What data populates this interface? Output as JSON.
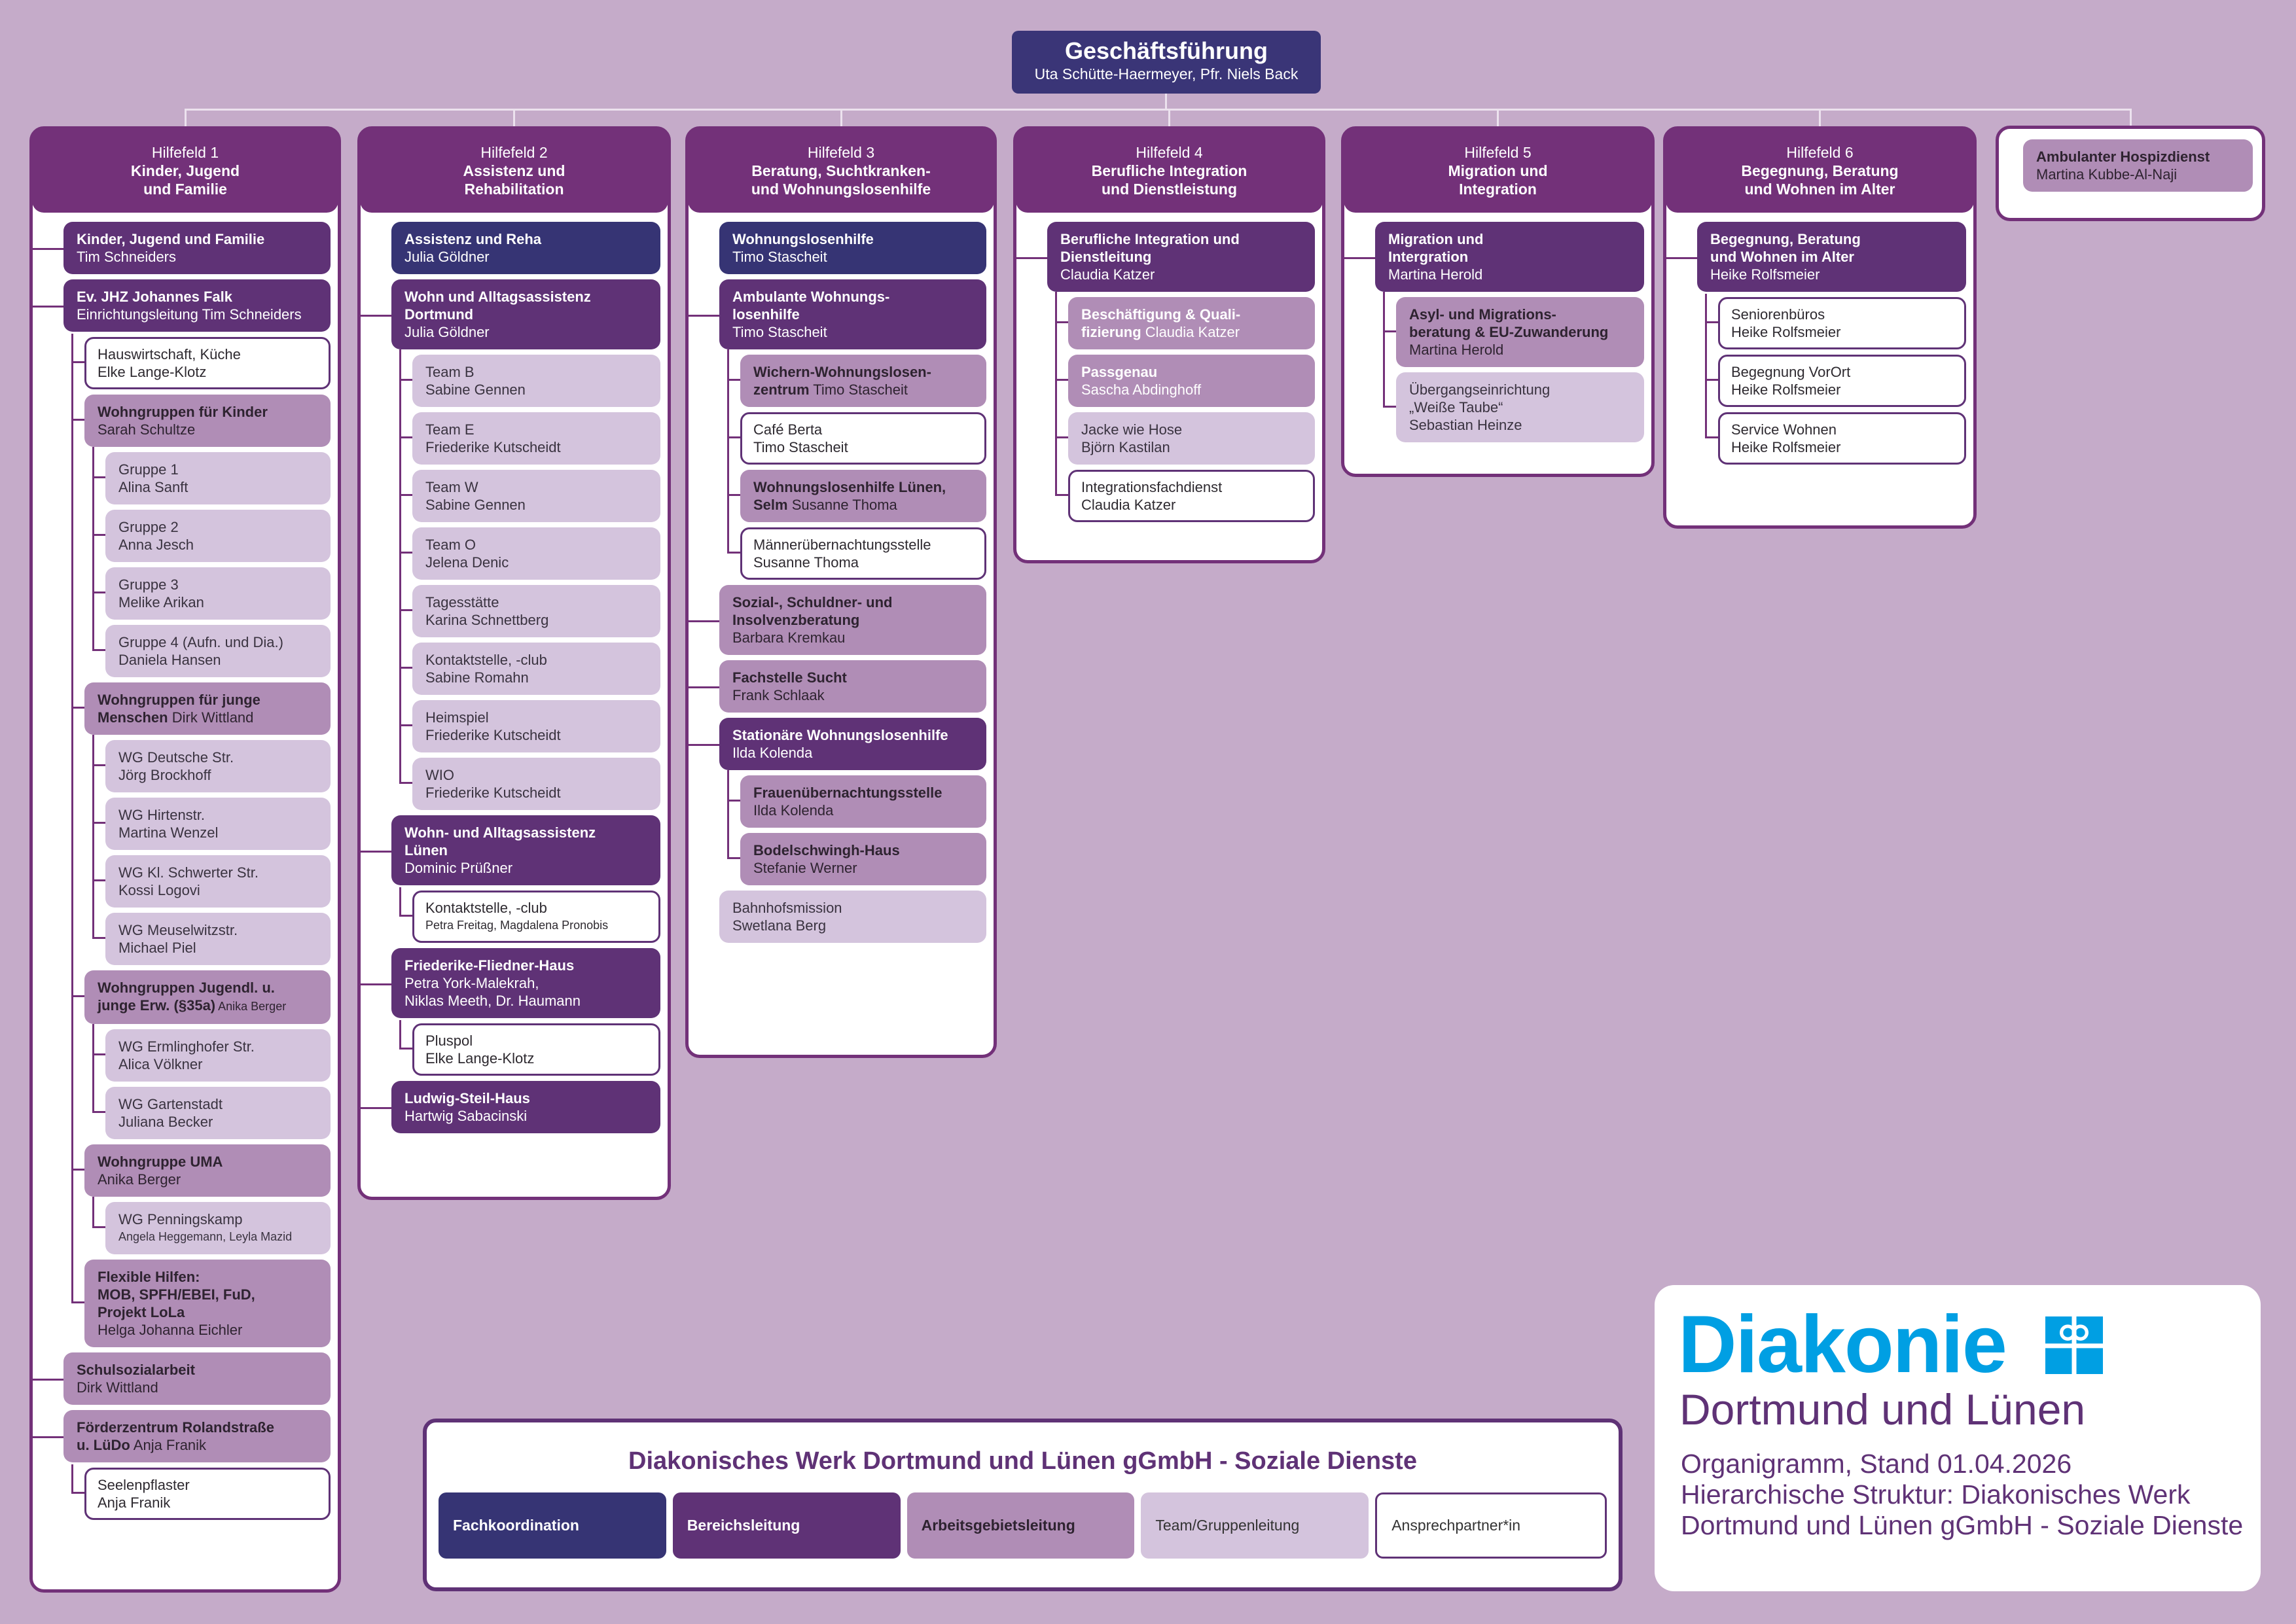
{
  "management": {
    "title": "Geschäftsführung",
    "names": "Uta Schütte-Haermeyer, Pfr. Niels Back"
  },
  "columns": [
    {
      "label": "Hilfefeld 1",
      "title": "Kinder, Jugend\nund Familie",
      "nodes": [
        {
          "title": "Kinder, Jugend und Familie",
          "name": "Tim Schneiders",
          "style": "dark"
        },
        {
          "title": "Ev. JHZ Johannes Falk",
          "name": "Einrichtungsleitung  Tim Schneiders",
          "style": "dark",
          "kids": [
            {
              "title": "Hauswirtschaft, Küche",
              "name": "Elke Lange-Klotz",
              "style": "white"
            },
            {
              "title": "Wohngruppen für Kinder",
              "name": "Sarah Schultze",
              "style": "mid",
              "kids": [
                {
                  "title": "Gruppe 1",
                  "name": "Alina Sanft",
                  "style": "light"
                },
                {
                  "title": "Gruppe 2",
                  "name": "Anna Jesch",
                  "style": "light"
                },
                {
                  "title": "Gruppe 3",
                  "name": "Melike Arikan",
                  "style": "light"
                },
                {
                  "title": "Gruppe 4 (Aufn. und Dia.)",
                  "name": "Daniela Hansen",
                  "style": "light"
                }
              ]
            },
            {
              "title": "Wohngruppen für junge\nMenschen",
              "name": "Dirk Wittland",
              "style": "mid",
              "inline": true,
              "kids": [
                {
                  "title": "WG Deutsche Str.",
                  "name": "Jörg Brockhoff",
                  "style": "light"
                },
                {
                  "title": "WG Hirtenstr.",
                  "name": "Martina Wenzel",
                  "style": "light"
                },
                {
                  "title": "WG Kl. Schwerter Str.",
                  "name": "Kossi Logovi",
                  "style": "light"
                },
                {
                  "title": "WG Meuselwitzstr.",
                  "name": "Michael Piel",
                  "style": "light"
                }
              ]
            },
            {
              "title": "Wohngruppen Jugendl. u.\njunge Erw. (§35a)",
              "name": "Anika Berger",
              "style": "mid",
              "inline": true,
              "small": true,
              "kids": [
                {
                  "title": "WG Ermlinghofer Str.",
                  "name": "Alica Völkner",
                  "style": "light"
                },
                {
                  "title": "WG Gartenstadt",
                  "name": "Juliana Becker",
                  "style": "light"
                }
              ]
            },
            {
              "title": "Wohngruppe UMA",
              "name": "Anika Berger",
              "style": "mid",
              "kids": [
                {
                  "title": "WG Penningskamp",
                  "name": "Angela Heggemann, Leyla Mazid",
                  "style": "light",
                  "small": true
                }
              ]
            },
            {
              "title": "Flexible Hilfen:\nMOB, SPFH/EBEI, FuD,\nProjekt LoLa",
              "name": "Helga Johanna Eichler",
              "style": "mid"
            }
          ]
        },
        {
          "title": "Schulsozialarbeit",
          "name": "Dirk Wittland",
          "style": "mid"
        },
        {
          "title": "Förderzentrum Rolandstraße\nu. LüDo",
          "name": "Anja Franik",
          "style": "mid",
          "inline": true,
          "kids": [
            {
              "title": "Seelenpflaster",
              "name": "Anja Franik",
              "style": "white"
            }
          ]
        }
      ]
    },
    {
      "label": "Hilfefeld 2",
      "title": "Assistenz und\nRehabilitation",
      "nodes": [
        {
          "title": "Assistenz und Reha",
          "name": "Julia Göldner",
          "style": "navy",
          "nostub": true
        },
        {
          "title": "Wohn und Alltagsassistenz\nDortmund",
          "name": "Julia Göldner",
          "style": "dark",
          "kids": [
            {
              "title": "Team B",
              "name": "Sabine Gennen",
              "style": "light"
            },
            {
              "title": "Team E",
              "name": "Friederike Kutscheidt",
              "style": "light"
            },
            {
              "title": "Team W",
              "name": "Sabine Gennen",
              "style": "light"
            },
            {
              "title": "Team O",
              "name": "Jelena Denic",
              "style": "light"
            },
            {
              "title": "Tagesstätte",
              "name": "Karina Schnettberg",
              "style": "light"
            },
            {
              "title": "Kontaktstelle, -club",
              "name": "Sabine Romahn",
              "style": "light"
            },
            {
              "title": "Heimspiel",
              "name": "Friederike Kutscheidt",
              "style": "light"
            },
            {
              "title": "WIO",
              "name": "Friederike Kutscheidt",
              "style": "light"
            }
          ]
        },
        {
          "title": "Wohn- und Alltagsassistenz\nLünen",
          "name": "Dominic Prüßner",
          "style": "dark",
          "kids": [
            {
              "title": "Kontaktstelle, -club",
              "name": "Petra Freitag, Magdalena Pronobis",
              "style": "white",
              "small": true
            }
          ]
        },
        {
          "title": "Friederike-Fliedner-Haus",
          "name": "Petra York-Malekrah,\nNiklas Meeth, Dr. Haumann",
          "style": "dark",
          "kids": [
            {
              "title": "Pluspol",
              "name": "Elke Lange-Klotz",
              "style": "white"
            }
          ]
        },
        {
          "title": "Ludwig-Steil-Haus",
          "name": "Hartwig Sabacinski",
          "style": "dark"
        }
      ]
    },
    {
      "label": "Hilfefeld 3",
      "title": "Beratung, Suchtkranken-\nund Wohnungslosenhilfe",
      "nodes": [
        {
          "title": "Wohnungslosenhilfe",
          "name": "Timo Stascheit",
          "style": "navy",
          "nostub": true
        },
        {
          "title": "Ambulante Wohnungs-\nlosenhilfe",
          "name": "Timo Stascheit",
          "style": "dark",
          "kids": [
            {
              "title": "Wichern-Wohnungslosen-\nzentrum",
              "name": "Timo Stascheit",
              "style": "mid",
              "inline": true
            },
            {
              "title": "Café Berta",
              "name": "Timo Stascheit",
              "style": "white"
            },
            {
              "title": "Wohnungslosenhilfe Lünen,\nSelm",
              "name": "Susanne Thoma",
              "style": "mid",
              "inline": true
            },
            {
              "title": "Männerübernachtungsstelle",
              "name": "Susanne Thoma",
              "style": "white"
            }
          ]
        },
        {
          "title": "Sozial-, Schuldner- und\nInsolvenzberatung",
          "name": "Barbara Kremkau",
          "style": "mid"
        },
        {
          "title": "Fachstelle Sucht",
          "name": "Frank Schlaak",
          "style": "mid"
        },
        {
          "title": "Stationäre Wohnungslosenhilfe",
          "name": "Ilda Kolenda",
          "style": "dark",
          "kids": [
            {
              "title": "Frauenübernachtungsstelle",
              "name": "Ilda Kolenda",
              "style": "mid"
            },
            {
              "title": "Bodelschwingh-Haus",
              "name": "Stefanie Werner",
              "style": "mid"
            }
          ]
        },
        {
          "title": "Bahnhofsmission",
          "name": "Swetlana Berg",
          "style": "light",
          "nostub": true
        }
      ]
    },
    {
      "label": "Hilfefeld 4",
      "title": "Berufliche Integration\nund Dienstleistung",
      "nodes": [
        {
          "title": "Berufliche Integration und\nDienstleitung",
          "name": "Claudia Katzer",
          "style": "dark",
          "kids": [
            {
              "title": "Beschäftigung & Quali-\nfizierung",
              "name": "Claudia Katzer",
              "style": "mid-white",
              "inline": true
            },
            {
              "title": "Passgenau",
              "name": "Sascha Abdinghoff",
              "style": "mid-white"
            },
            {
              "title": "Jacke wie Hose",
              "name": "Björn Kastilan",
              "style": "light"
            },
            {
              "title": "Integrationsfachdienst",
              "name": "Claudia Katzer",
              "style": "white"
            }
          ]
        }
      ]
    },
    {
      "label": "Hilfefeld 5",
      "title": "Migration und\nIntegration",
      "nodes": [
        {
          "title": "Migration und\nIntergration",
          "name": "Martina Herold",
          "style": "dark",
          "kids": [
            {
              "title": "Asyl- und Migrations-\nberatung & EU-Zuwanderung",
              "name": "Martina Herold",
              "style": "mid"
            },
            {
              "title": "Übergangseinrichtung\n„Weiße Taube“",
              "name": "Sebastian Heinze",
              "style": "light"
            }
          ]
        }
      ]
    },
    {
      "label": "Hilfefeld 6",
      "title": "Begegnung, Beratung\nund Wohnen im Alter",
      "nodes": [
        {
          "title": "Begegnung, Beratung\nund Wohnen im Alter",
          "name": "Heike Rolfsmeier",
          "style": "dark",
          "kids": [
            {
              "title": "Seniorenbüros",
              "name": "Heike Rolfsmeier",
              "style": "white"
            },
            {
              "title": "Begegnung VorOrt",
              "name": "Heike Rolfsmeier",
              "style": "white"
            },
            {
              "title": "Service Wohnen",
              "name": "Heike Rolfsmeier",
              "style": "white"
            }
          ]
        }
      ]
    }
  ],
  "hospiz": {
    "title": "Ambulanter Hospizdienst",
    "name": "Martina Kubbe-Al-Naji"
  },
  "legend": {
    "title": "Diakonisches Werk Dortmund und Lünen gGmbH - Soziale Dienste",
    "items": [
      {
        "label": "Fachkoordination",
        "color": "#363474"
      },
      {
        "label": "Bereichsleitung",
        "color": "#5f3276"
      },
      {
        "label": "Arbeitsgebietsleitung",
        "color": "#b08db6"
      },
      {
        "label": "Team/Gruppenleitung",
        "color": "#d4c4dd"
      },
      {
        "label": "Ansprechpartner*in",
        "color": "#ffffff"
      }
    ]
  },
  "logo": {
    "brand": "Diakonie",
    "brand_color": "#009fe3",
    "city": "Dortmund und Lünen",
    "lines": [
      "Organigramm, Stand 01.04.2026",
      "Hierarchische Struktur: Diakonisches Werk",
      "Dortmund und Lünen gGmbH - Soziale Dienste"
    ]
  }
}
